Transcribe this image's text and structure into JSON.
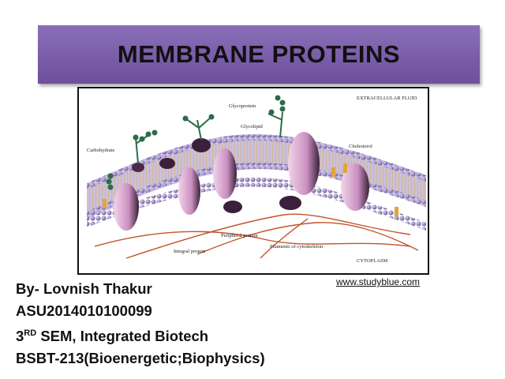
{
  "title": "MEMBRANE PROTEINS",
  "diagram": {
    "labels": {
      "extracellular": "EXTRACELLULAR FLUID",
      "glycoprotein": "Glycoprotein",
      "glycolipid": "Glycolipid",
      "carbohydrate": "Carbohydrate",
      "cholesterol": "Cholesterol",
      "integral": "Integral protein",
      "peripheral": "Peripheral protein",
      "filaments": "Filaments of cytoskeleton",
      "cytoplasm": "CYTOPLASM"
    }
  },
  "credit": "www.studyblue.com",
  "author": {
    "line1": "By- Lovnish Thakur",
    "line2": "ASU2014010100099",
    "line3_num": "3",
    "line3_sup": "RD",
    "line3_rest": " SEM, Integrated Biotech",
    "line4": "BSBT-213(Bioenergetic;Biophysics)"
  }
}
